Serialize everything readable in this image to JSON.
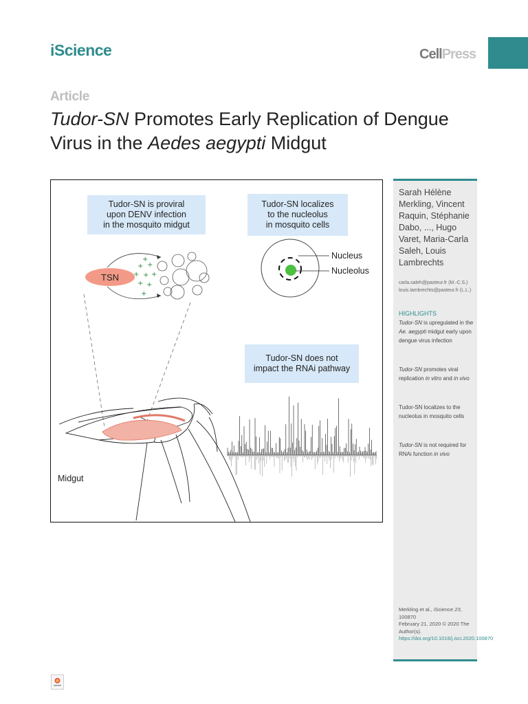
{
  "header": {
    "journal": "iScience",
    "publisher_cell": "Cell",
    "publisher_press": "Press"
  },
  "article": {
    "label": "Article",
    "title_part1": "Tudor-SN",
    "title_part2": " Promotes Early Replication of Dengue Virus in the ",
    "title_part3": "Aedes aegypti",
    "title_part4": " Midgut"
  },
  "graphical_abstract": {
    "box1": [
      "Tudor-SN is proviral",
      "upon DENV infection",
      "in the mosquito midgut"
    ],
    "box2": [
      "Tudor-SN localizes",
      "to the nucleolus",
      "in mosquito cells"
    ],
    "box3": [
      "Tudor-SN does not",
      "impact the RNAi pathway"
    ],
    "tsn_label": "TSN",
    "nucleus_label": "Nucleus",
    "nucleolus_label": "Nucleolus",
    "midgut_label": "Midgut"
  },
  "sidebar": {
    "authors": "Sarah Hélène Merkling, Vincent Raquin, Stéphanie Dabo, ..., Hugo Varet, Maria-Carla Saleh, Louis Lambrechts",
    "email1": "carla.saleh@pasteur.fr (M.-C.S.)",
    "email2": "louis.lambrechts@pasteur.fr (L.L.)",
    "highlights_heading": "HIGHLIGHTS",
    "highlights": [
      {
        "a": "Tudor-SN",
        "b": " is upregulated in the ",
        "c": "Ae. aegypti",
        "d": " midgut early upon dengue virus infection"
      },
      {
        "a": "Tudor-SN",
        "b": " promotes viral replication ",
        "c": "in vitro",
        "d": " and ",
        "e": "in vivo"
      },
      {
        "a": "",
        "b": "Tudor-SN localizes to the nucleolus in mosquito cells"
      },
      {
        "a": "Tudor-SN",
        "b": " is not required for RNAi function ",
        "c": "in vivo"
      }
    ],
    "citation_line1": "Merkling et al., iScience ",
    "citation_vol": "23",
    "citation_line2": ", 100870",
    "citation_date": "February 21, 2020 © 2020 The Author(s).",
    "citation_doi": "https://doi.org/10.1016/j.isci.2020.100870"
  }
}
